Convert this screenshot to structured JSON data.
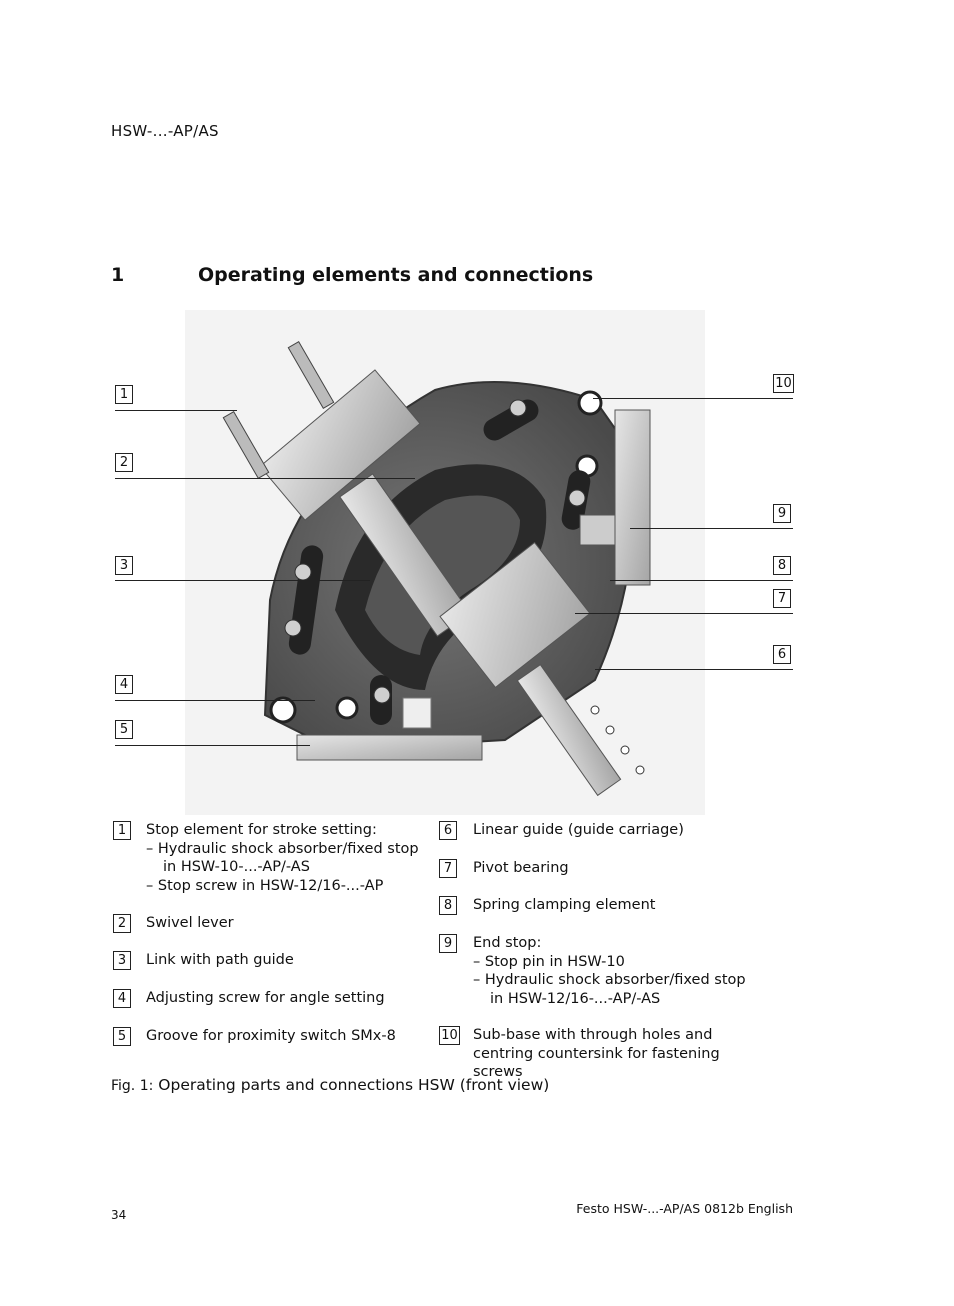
{
  "header": {
    "doc_id": "HSW-...-AP/AS"
  },
  "section": {
    "number": "1",
    "title": "Operating elements and connections"
  },
  "callouts": [
    "1",
    "2",
    "3",
    "4",
    "5",
    "6",
    "7",
    "8",
    "9",
    "10"
  ],
  "legend": {
    "left": [
      {
        "num": "1",
        "title": "Stop element for stroke setting:",
        "subs": [
          "–  Hydraulic shock absorber/fixed stop in HSW-10-...-AP/-AS",
          "–  Stop screw in HSW-12/16-...-AP"
        ]
      },
      {
        "num": "2",
        "title": "Swivel lever",
        "subs": []
      },
      {
        "num": "3",
        "title": "Link with path guide",
        "subs": []
      },
      {
        "num": "4",
        "title": "Adjusting screw for angle setting",
        "subs": []
      },
      {
        "num": "5",
        "title": "Groove for proximity switch SMx-8",
        "subs": []
      }
    ],
    "right": [
      {
        "num": "6",
        "title": "Linear guide (guide carriage)",
        "subs": []
      },
      {
        "num": "7",
        "title": "Pivot bearing",
        "subs": []
      },
      {
        "num": "8",
        "title": "Spring clamping element",
        "subs": []
      },
      {
        "num": "9",
        "title": "End stop:",
        "subs": [
          "–  Stop pin in HSW-10",
          "–  Hydraulic shock absorber/fixed stop in HSW-12/16-...-AP/-AS"
        ]
      },
      {
        "num": "10",
        "title": "Sub-base with through holes and centring countersink for fastening screws",
        "subs": []
      }
    ]
  },
  "caption": {
    "label": "Fig. 1:",
    "text": "Operating parts and connections HSW  (front view)"
  },
  "footer": {
    "page_number": "34",
    "doc_ref": "Festo HSW-...-AP/AS 0812b English"
  }
}
